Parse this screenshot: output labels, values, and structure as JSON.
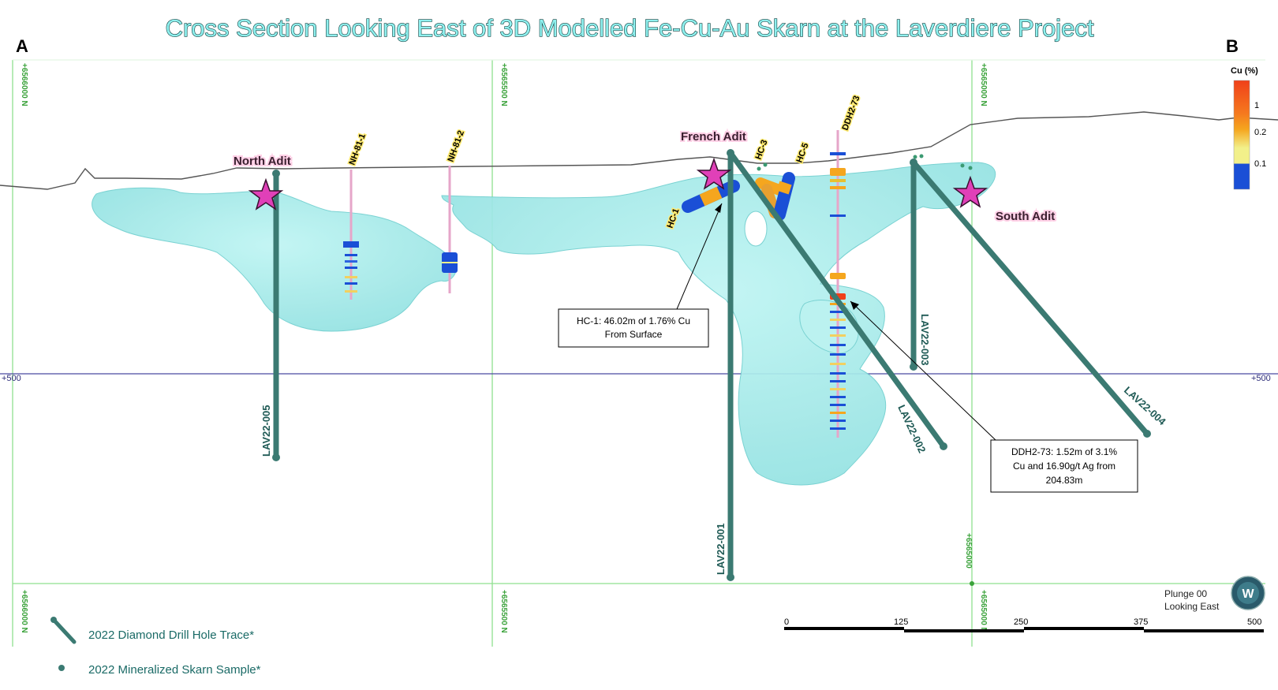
{
  "title": "Cross Section Looking East of 3D Modelled Fe-Cu-Au Skarn at the Laverdiere Project",
  "section_ends": {
    "left": "A",
    "right": "B"
  },
  "grid_labels": {
    "top": [
      "+6566000 N",
      "+6565500 N",
      "+6565000 N"
    ],
    "bottom": [
      "+6566000 N",
      "+6565500 N",
      "+6565000 N"
    ],
    "mid_right_line": "+6565000"
  },
  "elevation": {
    "left": "+500",
    "right": "+500"
  },
  "adits": {
    "north": "North Adit",
    "french": "French Adit",
    "south": "South Adit"
  },
  "drill_holes_2022": [
    "LAV22-001",
    "LAV22-002",
    "LAV22-003",
    "LAV22-004",
    "LAV22-005"
  ],
  "historic_holes": [
    "NH-81-1",
    "NH-81-2",
    "HC-1",
    "HC-3",
    "HC-5",
    "DDH2-73"
  ],
  "callouts": {
    "hc1": [
      "HC-1: 46.02m of 1.76% Cu",
      "From Surface"
    ],
    "ddh": [
      "DDH2-73: 1.52m of 3.1%",
      "Cu and 16.90g/t Ag from",
      "204.83m"
    ]
  },
  "cu_legend": {
    "title": "Cu (%)",
    "ticks": [
      "1",
      "0.2",
      "0.1"
    ],
    "colors": {
      "high": "#f0401a",
      "mid": "#f5a61e",
      "low": "#f2f08a",
      "base": "#1a4fd6"
    }
  },
  "scale_bar": {
    "ticks": [
      "0",
      "125",
      "250",
      "375",
      "500"
    ]
  },
  "orientation": {
    "line1": "Plunge 00",
    "line2": "Looking East"
  },
  "legend": {
    "drill_trace": "2022 Diamond Drill Hole Trace*",
    "skarn_sample": "2022 Mineralized Skarn Sample*"
  },
  "colors": {
    "skarn": "#a3ecec",
    "drill": "#3b7a72",
    "grid": "#8fe08f",
    "star": "#e040b8",
    "elevation_line": "#4a4aa0"
  }
}
